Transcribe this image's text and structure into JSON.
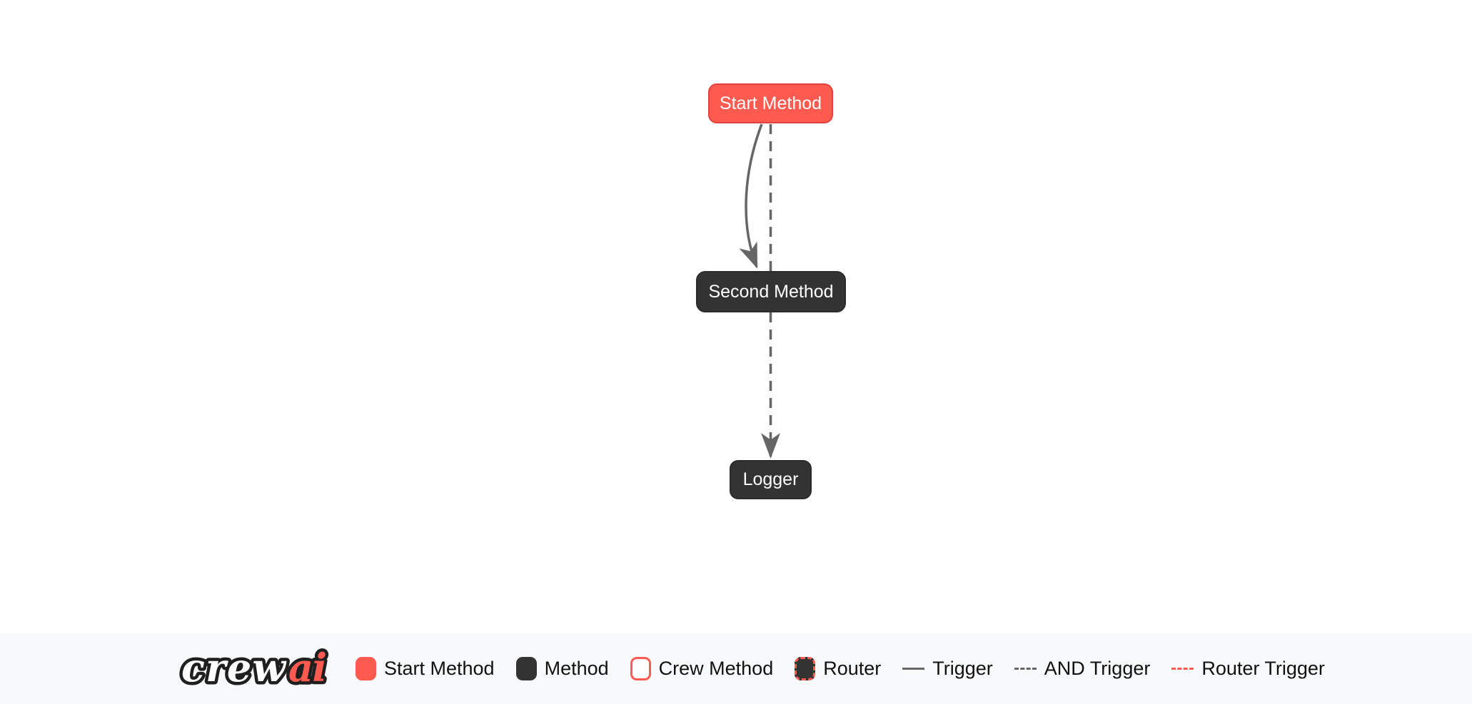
{
  "canvas": {
    "nodes": [
      {
        "label": "Start Method",
        "type": "start-method"
      },
      {
        "label": "Second Method",
        "type": "method"
      },
      {
        "label": "Logger",
        "type": "method"
      }
    ],
    "edges": [
      {
        "from": "Start Method",
        "to": "Second Method",
        "type": "trigger",
        "style": "solid-curved-arrow"
      },
      {
        "from": "Start Method",
        "to": "Logger",
        "type": "and-trigger",
        "style": "dashed-straight-arrow"
      }
    ]
  },
  "legend": {
    "logo": {
      "crew": "crew",
      "ai": "ai"
    },
    "items": [
      {
        "label": "Start Method",
        "swatch": "start-node-square"
      },
      {
        "label": "Method",
        "swatch": "method-node-square"
      },
      {
        "label": "Crew Method",
        "swatch": "crew-node-square"
      },
      {
        "label": "Router",
        "swatch": "router-node-square"
      },
      {
        "label": "Trigger",
        "swatch": "solid-gray-line"
      },
      {
        "label": "AND Trigger",
        "swatch": "dashed-gray-line"
      },
      {
        "label": "Router Trigger",
        "swatch": "dashed-red-line"
      }
    ]
  },
  "colors": {
    "start_node": "#FF5A50",
    "start_node_border": "#E0443C",
    "method_node": "#333333",
    "edge_gray": "#666666",
    "router_accent": "#FF5A50",
    "legend_background": "#F8F9FA",
    "legend_text": "#111111",
    "node_text": "#FFFFFF",
    "canvas_background": "#FFFFFF"
  }
}
